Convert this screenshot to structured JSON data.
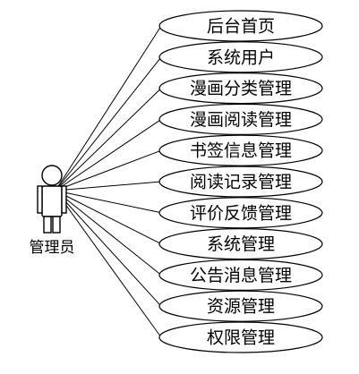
{
  "actor": {
    "name": "管理员",
    "icon": "stick-figure-icon"
  },
  "use_cases": [
    {
      "label": "后台首页"
    },
    {
      "label": "系统用户"
    },
    {
      "label": "漫画分类管理"
    },
    {
      "label": "漫画阅读管理"
    },
    {
      "label": "书签信息管理"
    },
    {
      "label": "阅读记录管理"
    },
    {
      "label": "评价反馈管理"
    },
    {
      "label": "系统管理"
    },
    {
      "label": "公告消息管理"
    },
    {
      "label": "资源管理"
    },
    {
      "label": "权限管理"
    }
  ]
}
